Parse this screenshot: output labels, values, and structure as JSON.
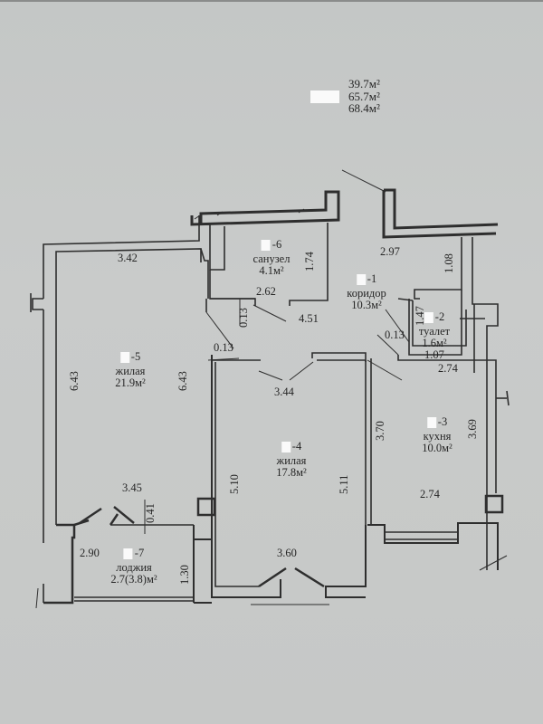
{
  "header": {
    "totals": [
      "39.7м²",
      "65.7м²",
      "68.4м²"
    ],
    "redacted_label": ""
  },
  "rooms": [
    {
      "id": "-1",
      "name": "коридор",
      "area": "10.3м²"
    },
    {
      "id": "-2",
      "name": "туалет",
      "area": "1.6м²"
    },
    {
      "id": "-3",
      "name": "кухня",
      "area": "10.0м²"
    },
    {
      "id": "-4",
      "name": "жилая",
      "area": "17.8м²"
    },
    {
      "id": "-5",
      "name": "жилая",
      "area": "21.9м²"
    },
    {
      "id": "-6",
      "name": "санузел",
      "area": "4.1м²"
    },
    {
      "id": "-7",
      "name": "лоджия",
      "area": "2.7(3.8)м²"
    }
  ],
  "dimensions": {
    "room5_top": "3.42",
    "room5_left": "6.43",
    "room5_right": "6.43",
    "room5_bottom": "3.45",
    "room6_width": "2.62",
    "room6_height": "1.74",
    "corridor_top": "2.97",
    "corridor_length": "4.51",
    "corridor_right": "1.08",
    "wall_a": "0.13",
    "wall_b": "0.13",
    "wall_c": "0.13",
    "toilet_height": "1.47",
    "toilet_width": "1.07",
    "room4_top": "3.44",
    "room4_left": "5.10",
    "room4_right": "5.11",
    "room4_bottom": "3.60",
    "kitchen_top": "2.74",
    "kitchen_left": "3.70",
    "kitchen_right": "3.69",
    "kitchen_bottom": "2.74",
    "loggia_left": "2.90",
    "loggia_right": "1.30",
    "loggia_offset": "0.41"
  },
  "colors": {
    "paper": "#c7c9c8",
    "wall": "#2e2e2e",
    "text": "#262626",
    "redaction": "#fafafa"
  }
}
